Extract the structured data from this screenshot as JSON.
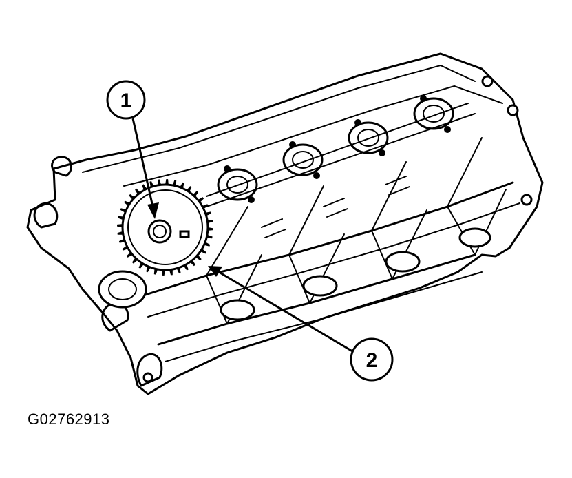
{
  "callouts": [
    {
      "number": "1"
    },
    {
      "number": "2"
    }
  ],
  "figure_id": "G02762913",
  "colors": {
    "line": "#000000",
    "background": "#ffffff"
  }
}
